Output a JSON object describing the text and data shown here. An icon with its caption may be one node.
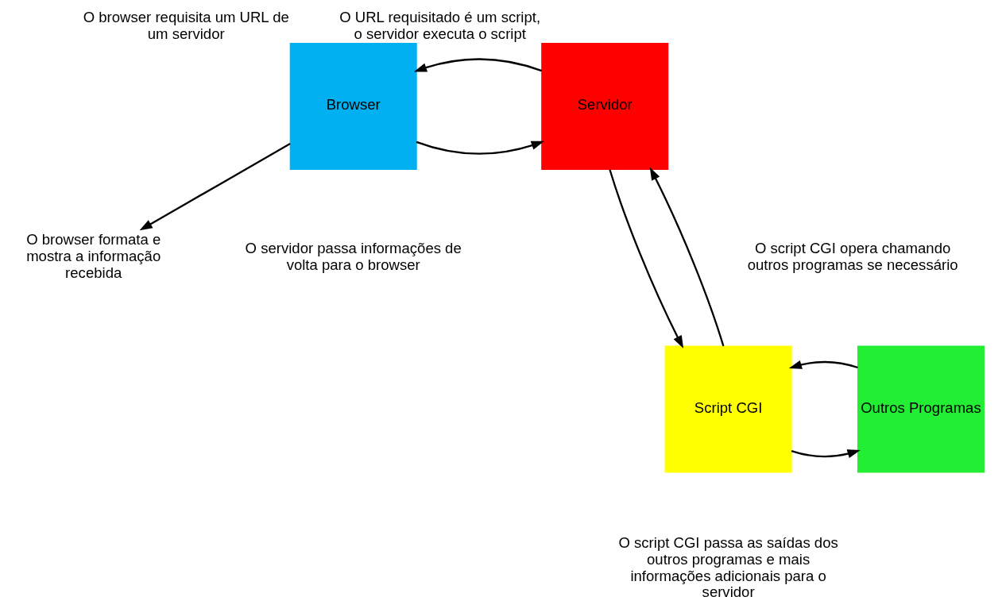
{
  "diagram": {
    "nodes": [
      {
        "text": [
          "Browser"
        ],
        "beside": [
          "O browser requisita um URL de um servidor"
        ]
      },
      {
        "text": [
          "Servidor"
        ],
        "beside": [
          "O URL requisitado é um script, o servidor executa o script"
        ]
      },
      {
        "text": [
          "Script CGI"
        ]
      },
      {
        "text": [
          "Outros Programas"
        ]
      },
      {
        "text": [
          "O browser formata e mostra a informação recebida"
        ]
      }
    ],
    "edges": [
      {
        "from": 0,
        "to": 1,
        "arrow": "to"
      },
      {
        "from": 1,
        "to": 0,
        "arrow": "to"
      },
      {
        "from": 1,
        "to": 2,
        "arrow": "to"
      },
      {
        "from": 2,
        "to": 3,
        "arrow": "to"
      },
      {
        "from": 3,
        "to": 2,
        "arrow": "to"
      },
      {
        "from": 2,
        "to": 1,
        "arrow": "to"
      },
      {
        "from": 0,
        "to": 4,
        "arrow": "to"
      }
    ],
    "labels": [
      "O servidor passa informações de volta para o browser",
      "O script CGI opera chamando outros programas se necessário",
      "O script CGI passa as saídas dos outros programas e mais informações adicionais para o servidor"
    ]
  }
}
